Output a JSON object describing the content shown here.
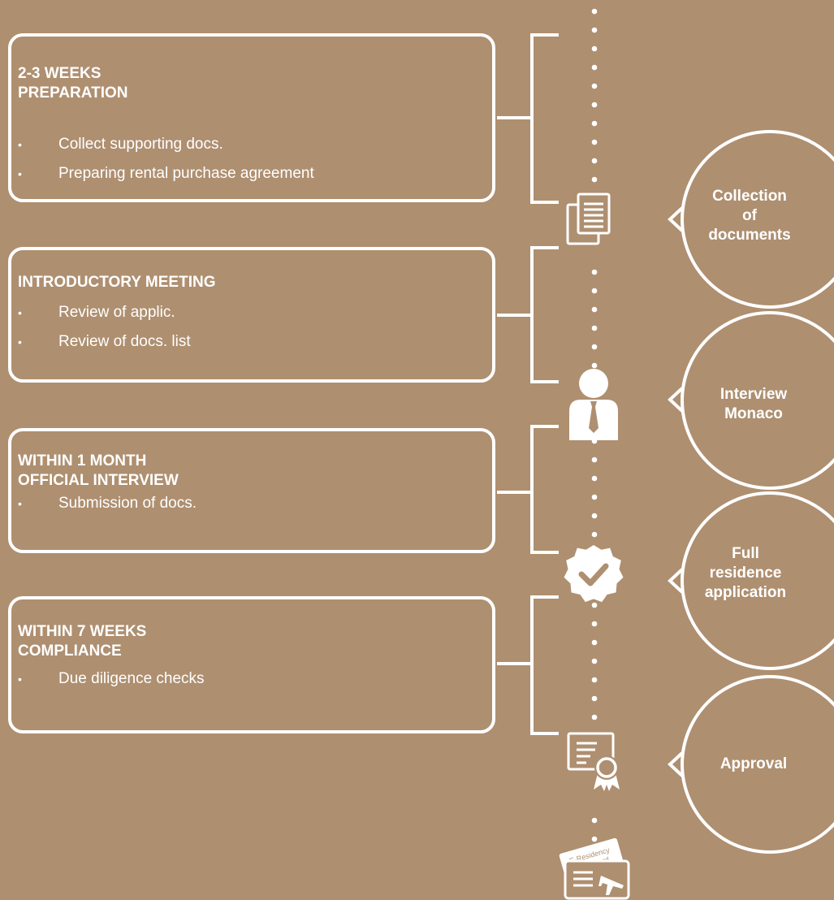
{
  "stages": [
    {
      "title_lines": [
        "2-3 WEEKS",
        "PREPARATION"
      ],
      "bullets": [
        "Collect supporting docs.",
        "Preparing rental purchase agreement"
      ]
    },
    {
      "title_lines": [
        "INTRODUCTORY MEETING"
      ],
      "bullets": [
        "Review of applic.",
        "Review of docs. list"
      ]
    },
    {
      "title_lines": [
        "WITHIN 1 MONTH",
        "OFFICIAL INTERVIEW"
      ],
      "bullets": [
        "Submission of docs."
      ]
    },
    {
      "title_lines": [
        "WITHIN 7 WEEKS",
        "COMPLIANCE"
      ],
      "bullets": [
        "Due diligence checks"
      ]
    }
  ],
  "steps": [
    {
      "label_lines": [
        "Collection",
        "of",
        "documents"
      ],
      "icon": "documents-icon"
    },
    {
      "label_lines": [
        "Interview",
        "Monaco"
      ],
      "icon": "person-tie-icon"
    },
    {
      "label_lines": [
        "Full",
        "residence",
        "application"
      ],
      "icon": "check-badge-icon"
    },
    {
      "label_lines": [
        "Approval"
      ],
      "icon": "certificate-icon"
    }
  ],
  "final_icon": {
    "icon": "residency-card-icon",
    "card_text_lines": [
      "E-Residency",
      "Card"
    ]
  },
  "colors": {
    "background": "#ae8f70",
    "foreground": "#ffffff"
  }
}
